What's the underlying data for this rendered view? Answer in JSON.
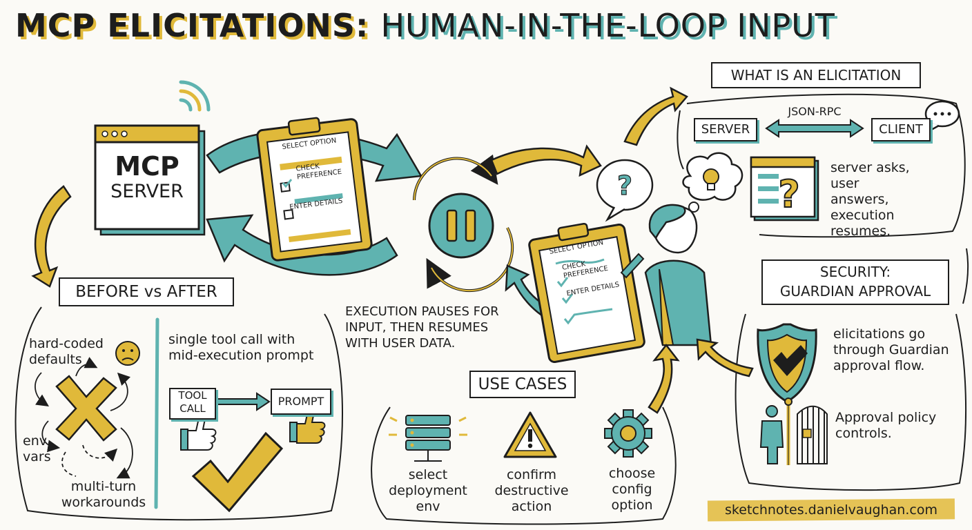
{
  "title": {
    "part1": "MCP ELICITATIONS:",
    "part2": "HUMAN-IN-THE-LOOP INPUT"
  },
  "server": {
    "line1": "MCP",
    "line2": "SERVER"
  },
  "form": {
    "select_option": "SELECT OPTION",
    "check_preference": "CHECK PREFERENCE",
    "enter_details": "ENTER DETAILS"
  },
  "pause_caption": "EXECUTION PAUSES FOR INPUT, THEN RESUMES WITH USER DATA.",
  "what_is": {
    "banner": "WHAT IS AN ELICITATION",
    "server_label": "SERVER",
    "client_label": "CLIENT",
    "protocol": "JSON-RPC",
    "description": "server asks, user answers, execution resumes."
  },
  "before_after": {
    "banner": "BEFORE vs AFTER",
    "before_items": [
      "hard-coded defaults",
      "env vars",
      "multi-turn workarounds"
    ],
    "after_text": "single tool call with mid-execution prompt",
    "tool_call": "TOOL CALL",
    "prompt": "PROMPT"
  },
  "use_cases": {
    "banner": "USE CASES",
    "items": [
      "select deployment env",
      "confirm destructive action",
      "choose config option"
    ]
  },
  "security": {
    "banner_line1": "SECURITY:",
    "banner_line2": "GUARDIAN APPROVAL",
    "item1": "elicitations go through Guardian approval flow.",
    "item2": "Approval policy controls."
  },
  "footer": "sketchnotes.danielvaughan.com",
  "colors": {
    "gold": "#e0b93a",
    "teal": "#5fb3b0",
    "ink": "#1d1d1d",
    "paper": "#fbfaf6"
  }
}
